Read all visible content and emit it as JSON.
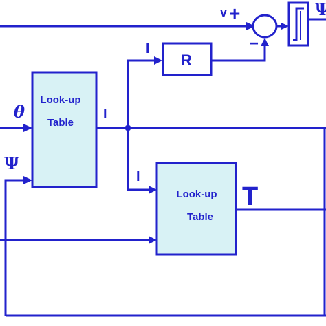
{
  "lookup_table_1": {
    "line1": "Look-up",
    "line2": "Table"
  },
  "lookup_table_2": {
    "line1": "Look-up",
    "line2": "Table"
  },
  "resistor": {
    "label": "R"
  },
  "signals": {
    "theta": "θ",
    "psi": "Ψ",
    "psi_top_right": "Ψ",
    "current_out": "I",
    "current_to_r": "I",
    "current_to_table2": "I",
    "voltage": "v",
    "torque": "T"
  },
  "summing_junction": {
    "plus": "+",
    "minus": "−"
  },
  "colors": {
    "line": "#2222cc",
    "block_fill": "#d8f2f5",
    "background": "#ffffff"
  }
}
